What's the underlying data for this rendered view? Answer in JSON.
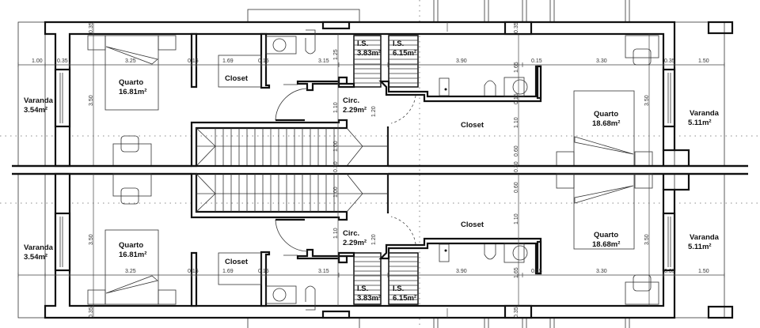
{
  "plan": {
    "rooms": {
      "varanda_left": {
        "name": "Varanda",
        "area": "3.54m²"
      },
      "quarto_left": {
        "name": "Quarto",
        "area": "16.81m²"
      },
      "closet_left": {
        "name": "Closet"
      },
      "is_small": {
        "name": "I.S.",
        "area": "3.83m²"
      },
      "is_large": {
        "name": "I.S.",
        "area": "6.15m²"
      },
      "circ": {
        "name": "Circ.",
        "area": "2.29m²"
      },
      "closet_right": {
        "name": "Closet"
      },
      "quarto_right": {
        "name": "Quarto",
        "area": "18.68m²"
      },
      "varanda_right": {
        "name": "Varanda",
        "area": "5.11m²"
      }
    },
    "dimensions": {
      "d100": "1.00",
      "d035": "0.35",
      "d325": "3.25",
      "d015": "0.15",
      "d169": "1.69",
      "d315": "3.15",
      "d125": "1.25",
      "d390": "3.90",
      "d165": "1.65",
      "d330": "3.30",
      "d150": "1.50",
      "d350": "3.50",
      "d110": "1.10",
      "d120": "1.20",
      "d1000": "1.00",
      "d030": "0.30",
      "d060": "0.60"
    }
  }
}
